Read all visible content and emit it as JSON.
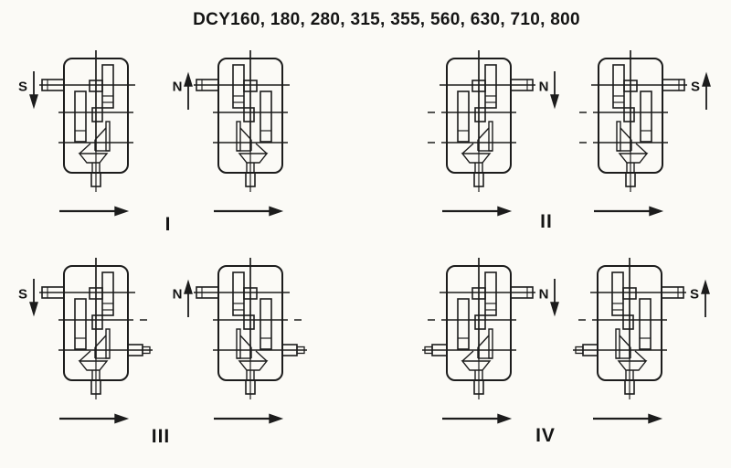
{
  "title": "DCY160、180、280、315、355、560、630、710、800",
  "colors": {
    "ink": "#1c1c1c",
    "paper": "#fbfaf6"
  },
  "groups": [
    {
      "numeral": "I",
      "diagrams": [
        {
          "shaft_label": "S",
          "shaft_arrow": "down",
          "label_side": "left",
          "input_side": "left",
          "gear_arrangement": "right",
          "side_output": "none",
          "axis_dashes": [],
          "flow_arrow": "right"
        },
        {
          "shaft_label": "N",
          "shaft_arrow": "up",
          "label_side": "left",
          "input_side": "left",
          "gear_arrangement": "left",
          "side_output": "none",
          "axis_dashes": [],
          "flow_arrow": "right"
        }
      ]
    },
    {
      "numeral": "II",
      "diagrams": [
        {
          "shaft_label": "N",
          "shaft_arrow": "down",
          "label_side": "right",
          "input_side": "right",
          "gear_arrangement": "right",
          "side_output": "none",
          "axis_dashes": [
            {
              "side": "left",
              "axis": 2
            },
            {
              "side": "left",
              "axis": 3
            }
          ],
          "flow_arrow": "right"
        },
        {
          "shaft_label": "S",
          "shaft_arrow": "up",
          "label_side": "right",
          "input_side": "right",
          "gear_arrangement": "left",
          "side_output": "none",
          "axis_dashes": [
            {
              "side": "left",
              "axis": 2
            },
            {
              "side": "left",
              "axis": 3
            }
          ],
          "flow_arrow": "right"
        }
      ]
    },
    {
      "numeral": "III",
      "diagrams": [
        {
          "shaft_label": "S",
          "shaft_arrow": "down",
          "label_side": "left",
          "input_side": "left",
          "gear_arrangement": "right",
          "side_output": "right",
          "axis_dashes": [
            {
              "side": "right",
              "axis": 2
            }
          ],
          "flow_arrow": "right"
        },
        {
          "shaft_label": "N",
          "shaft_arrow": "up",
          "label_side": "left",
          "input_side": "left",
          "gear_arrangement": "left",
          "side_output": "right",
          "axis_dashes": [
            {
              "side": "right",
              "axis": 2
            }
          ],
          "flow_arrow": "right"
        }
      ]
    },
    {
      "numeral": "IV",
      "diagrams": [
        {
          "shaft_label": "N",
          "shaft_arrow": "down",
          "label_side": "right",
          "input_side": "right",
          "gear_arrangement": "right",
          "side_output": "left",
          "axis_dashes": [
            {
              "side": "left",
              "axis": 2
            }
          ],
          "flow_arrow": "right"
        },
        {
          "shaft_label": "S",
          "shaft_arrow": "up",
          "label_side": "right",
          "input_side": "right",
          "gear_arrangement": "left",
          "side_output": "left",
          "axis_dashes": [
            {
              "side": "left",
              "axis": 2
            }
          ],
          "flow_arrow": "right"
        }
      ]
    }
  ]
}
